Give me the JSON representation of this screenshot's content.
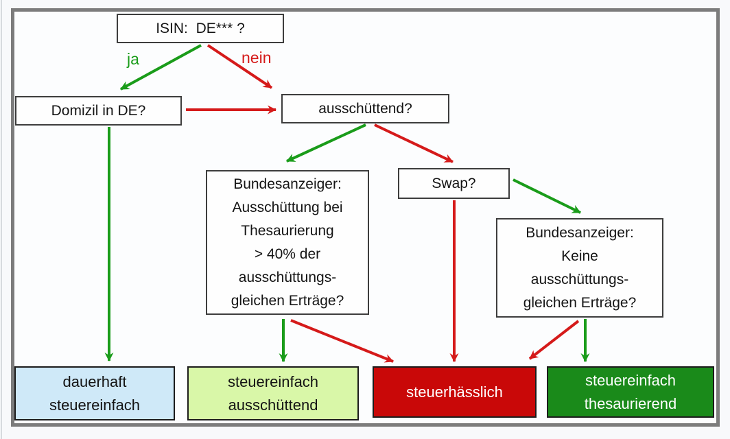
{
  "colors": {
    "green_arrow": "#1a9c1a",
    "red_arrow": "#d51a1a",
    "white_node_border": "#3d3d3d",
    "result_blue_bg": "#cfe9f8",
    "result_lightgreen_bg": "#d9f7a8",
    "result_red_bg": "#c90808",
    "result_darkgreen_bg": "#1a8a1a",
    "frame_gray": "#7c7c7c"
  },
  "edge_labels": {
    "yes": "ja",
    "no": "nein"
  },
  "nodes": {
    "isin": {
      "label": "ISIN:  DE*** ?"
    },
    "domizil": {
      "label": "Domizil in DE?"
    },
    "ausschuettend": {
      "label": "ausschüttend?"
    },
    "bundesanzeiger_thesaurierung": {
      "lines": [
        "Bundesanzeiger:",
        "Ausschüttung bei",
        "Thesaurierung",
        "> 40% der",
        "ausschüttungs-",
        "gleichen Erträge?"
      ]
    },
    "swap": {
      "label": "Swap?"
    },
    "bundesanzeiger_keine": {
      "lines": [
        "Bundesanzeiger:",
        "Keine",
        "ausschüttungs-",
        "gleichen Erträge?"
      ]
    },
    "result_dauerhaft": {
      "lines": [
        "dauerhaft",
        "steuereinfach"
      ]
    },
    "result_ausschuettend": {
      "lines": [
        "steuereinfach",
        "ausschüttend"
      ]
    },
    "result_steuerhaesslich": {
      "label": "steuerhässlich"
    },
    "result_thesaurierend": {
      "lines": [
        "steuereinfach",
        "thesaurierend"
      ]
    }
  }
}
